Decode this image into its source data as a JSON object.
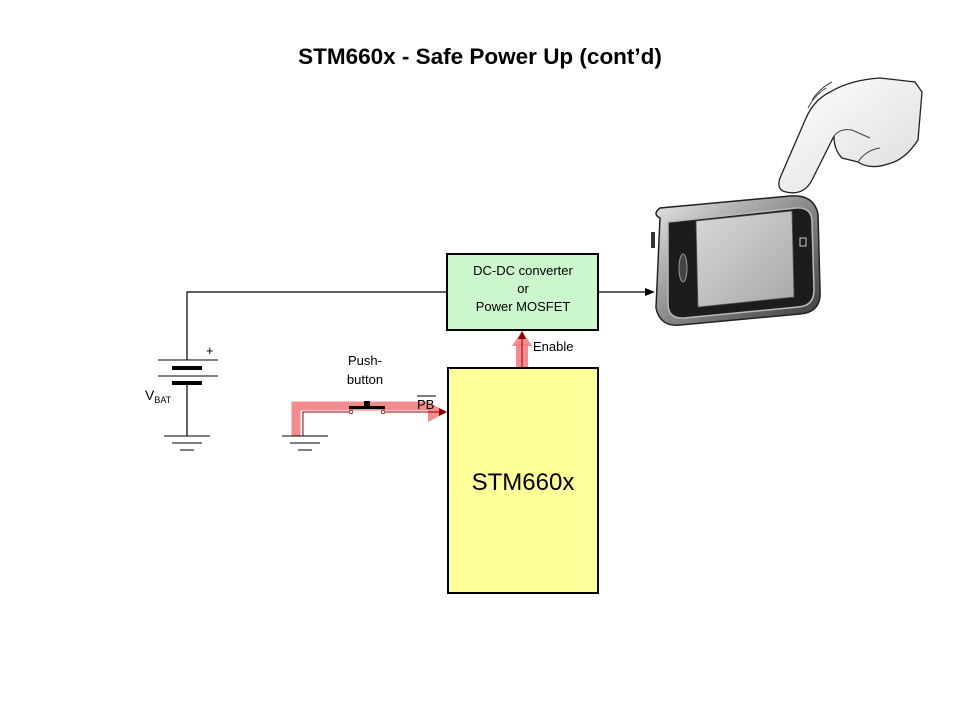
{
  "title": "STM660x - Safe Power Up (cont’d)",
  "blocks": {
    "converter": {
      "lines": [
        "DC-DC converter",
        "or",
        "Power MOSFET"
      ],
      "fill": "#ccf7cc"
    },
    "chip": {
      "label": "STM660x",
      "fill": "#ffff99"
    }
  },
  "labels": {
    "enable": "Enable",
    "pushbutton_line1": "Push-",
    "pushbutton_line2": "button",
    "pb_signal": "PB",
    "battery_plus": "+",
    "vbat_main": "V",
    "vbat_sub": "BAT"
  },
  "colors": {
    "highlight": "#f4777a",
    "signal_line": "#8b0000",
    "wire": "#000000"
  },
  "illustration": "hand-touching-smartphone"
}
